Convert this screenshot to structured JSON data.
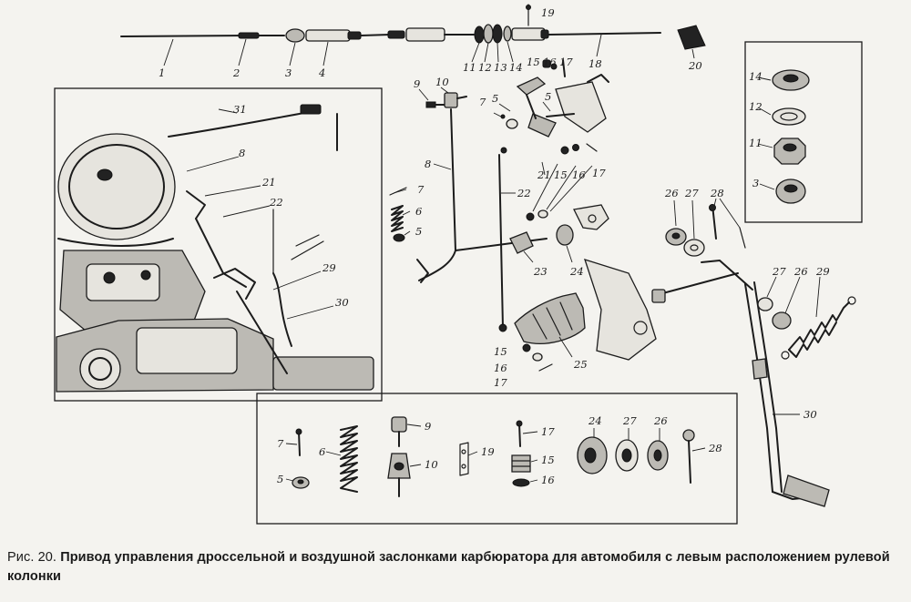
{
  "caption": {
    "prefix": "Рис. 20.",
    "title": "Привод управления дроссельной и воздушной заслонками карбюратора для автомобиля с левым расположением рулевой колонки"
  },
  "part_labels": {
    "p1": "1",
    "p2": "2",
    "p3": "3",
    "p4": "4",
    "p11": "11",
    "p12": "12",
    "p13": "13",
    "p14": "14",
    "p18": "18",
    "p19": "19",
    "p20": "20",
    "inset_14": "14",
    "inset_12": "12",
    "inset_11": "11",
    "inset_3": "3",
    "eng_31": "31",
    "eng_8": "8",
    "eng_21": "21",
    "eng_22": "22",
    "eng_29": "29",
    "eng_30": "30",
    "c_9": "9",
    "c_10": "10",
    "c_7a": "7",
    "c_5a": "5",
    "c_5b": "5",
    "c_15a": "15",
    "c_16a": "16",
    "c_17a": "17",
    "c_8": "8",
    "c_7b": "7",
    "c_6": "6",
    "c_5c": "5",
    "c_22": "22",
    "c_21": "21",
    "c_15b": "15",
    "c_16b": "16",
    "c_17b": "17",
    "c_23": "23",
    "c_24": "24",
    "c_15c": "15",
    "c_16c": "16",
    "c_17c": "17",
    "c_25": "25",
    "r_26a": "26",
    "r_27a": "27",
    "r_28": "28",
    "r_27b": "27",
    "r_26b": "26",
    "r_29": "29",
    "r_30": "30",
    "b_7": "7",
    "b_5": "5",
    "b_6": "6",
    "b_9": "9",
    "b_10": "10",
    "b_19": "19",
    "b_17": "17",
    "b_15": "15",
    "b_16": "16",
    "b_24": "24",
    "b_27": "27",
    "b_26": "26",
    "b_28": "28"
  }
}
